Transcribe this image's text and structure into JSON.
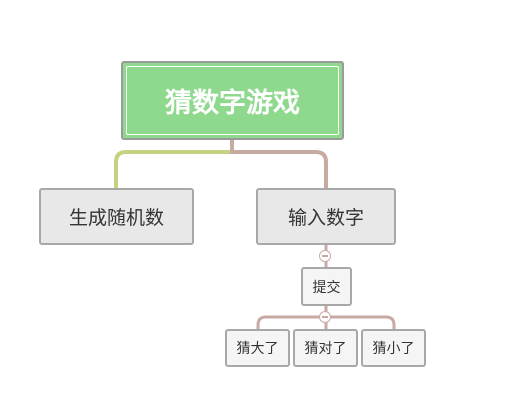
{
  "root": {
    "label": "猜数字游戏",
    "color": "#8fd98f"
  },
  "branches": [
    {
      "label": "生成随机数",
      "line_color": "#c5d27f"
    },
    {
      "label": "输入数字",
      "line_color": "#c9aaa3",
      "children": [
        {
          "label": "提交",
          "children": [
            {
              "label": "猜大了"
            },
            {
              "label": "猜对了"
            },
            {
              "label": "猜小了"
            }
          ]
        }
      ]
    }
  ]
}
